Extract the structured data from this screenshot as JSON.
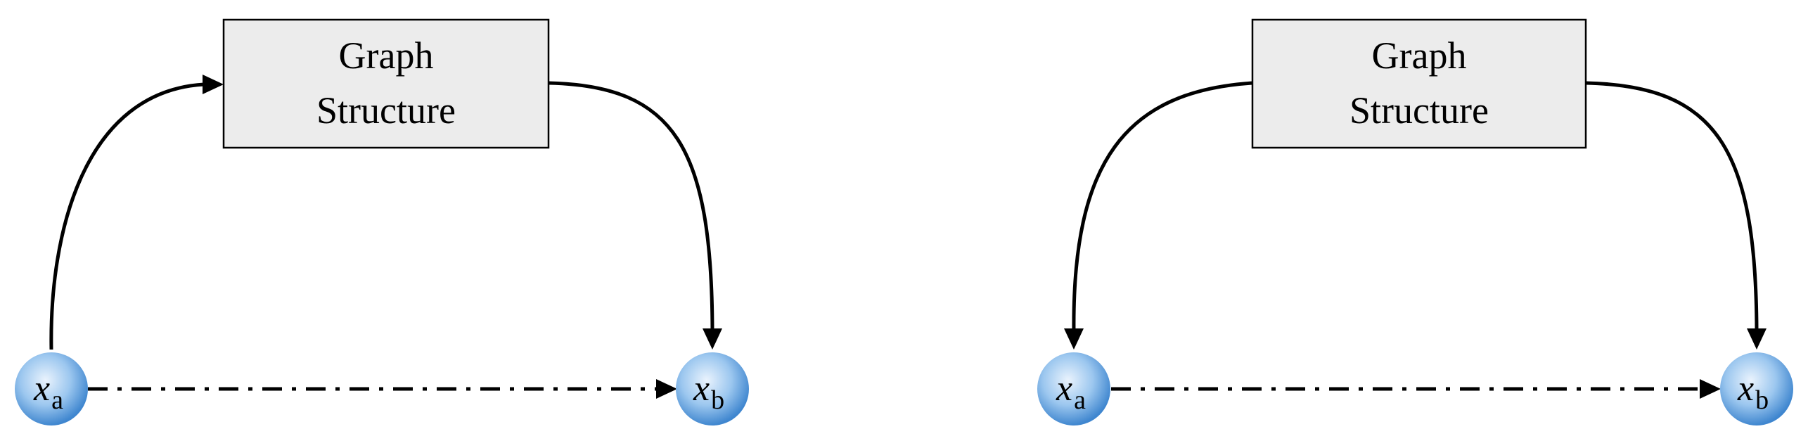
{
  "diagrams": [
    {
      "box_label_line1": "Graph",
      "box_label_line2": "Structure",
      "node_a": {
        "variable": "x",
        "subscript": "a"
      },
      "node_b": {
        "variable": "x",
        "subscript": "b"
      },
      "edges": [
        "node_a -> graph_structure",
        "graph_structure -> node_b",
        "node_a -.-> node_b"
      ]
    },
    {
      "box_label_line1": "Graph",
      "box_label_line2": "Structure",
      "node_a": {
        "variable": "x",
        "subscript": "a"
      },
      "node_b": {
        "variable": "x",
        "subscript": "b"
      },
      "edges": [
        "graph_structure -> node_a",
        "graph_structure -> node_b",
        "node_a -.-> node_b"
      ]
    }
  ],
  "colors": {
    "box_fill": "#ececec",
    "box_stroke": "#000000",
    "node_light": "#eaf3fd",
    "node_mid": "#8ebde9",
    "node_dark": "#3f86cf",
    "line": "#000000"
  }
}
